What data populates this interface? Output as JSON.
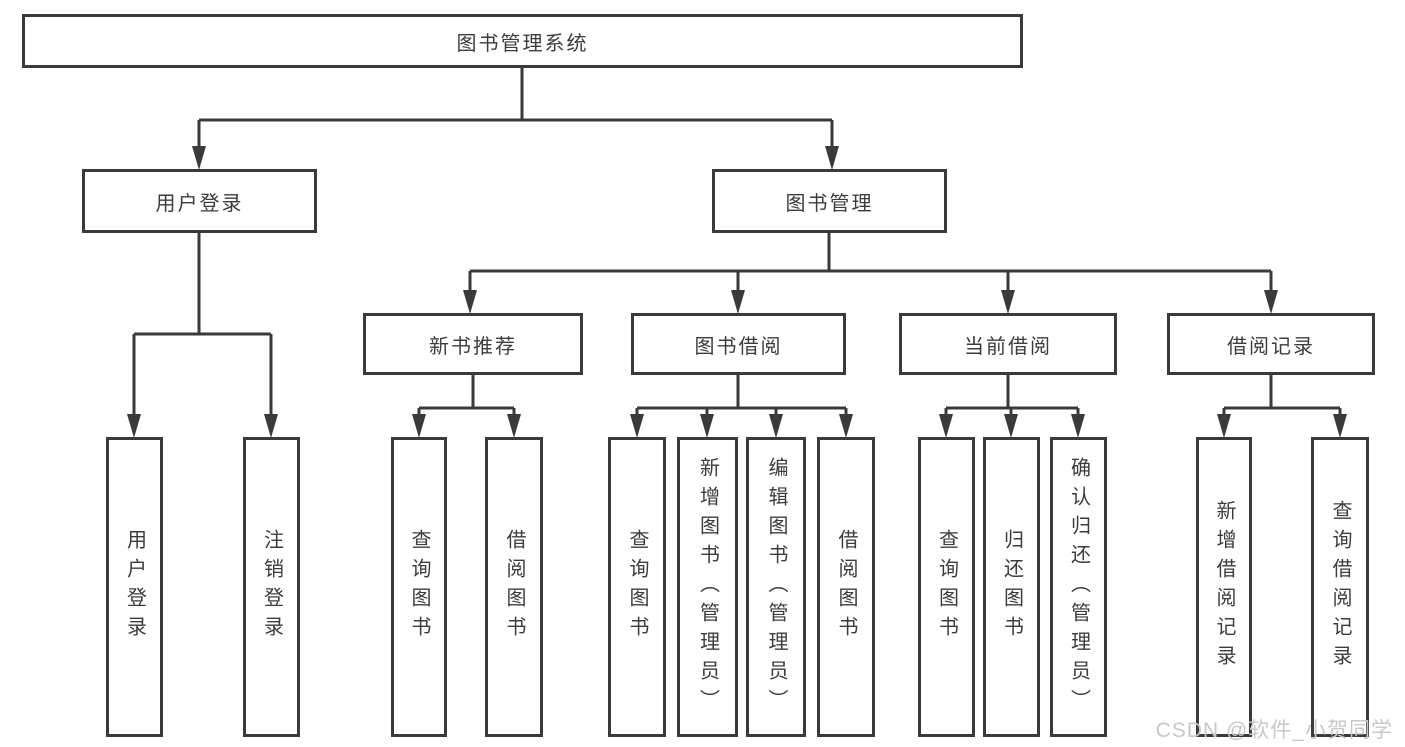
{
  "colors": {
    "line": "#3a3a3a",
    "text": "#3c3c3c",
    "watermark": "#c8c8c8",
    "background": "#ffffff"
  },
  "diagram": {
    "root": {
      "label": "图书管理系统"
    },
    "level2": [
      {
        "label": "用户登录"
      },
      {
        "label": "图书管理"
      }
    ],
    "level3": [
      {
        "label": "新书推荐",
        "parent": "图书管理"
      },
      {
        "label": "图书借阅",
        "parent": "图书管理"
      },
      {
        "label": "当前借阅",
        "parent": "图书管理"
      },
      {
        "label": "借阅记录",
        "parent": "图书管理"
      }
    ],
    "leaves": [
      {
        "label": "用户登录",
        "parent": "用户登录"
      },
      {
        "label": "注销登录",
        "parent": "用户登录"
      },
      {
        "label": "查询图书",
        "parent": "新书推荐"
      },
      {
        "label": "借阅图书",
        "parent": "新书推荐"
      },
      {
        "label": "查询图书",
        "parent": "图书借阅"
      },
      {
        "label": "新增图书（管理员）",
        "parent": "图书借阅"
      },
      {
        "label": "编辑图书（管理员）",
        "parent": "图书借阅"
      },
      {
        "label": "借阅图书",
        "parent": "图书借阅"
      },
      {
        "label": "查询图书",
        "parent": "当前借阅"
      },
      {
        "label": "归还图书",
        "parent": "当前借阅"
      },
      {
        "label": "确认归还（管理员）",
        "parent": "当前借阅"
      },
      {
        "label": "新增借阅记录",
        "parent": "借阅记录"
      },
      {
        "label": "查询借阅记录",
        "parent": "借阅记录"
      }
    ]
  },
  "watermark": {
    "text": "CSDN @软件_小贺同学"
  }
}
